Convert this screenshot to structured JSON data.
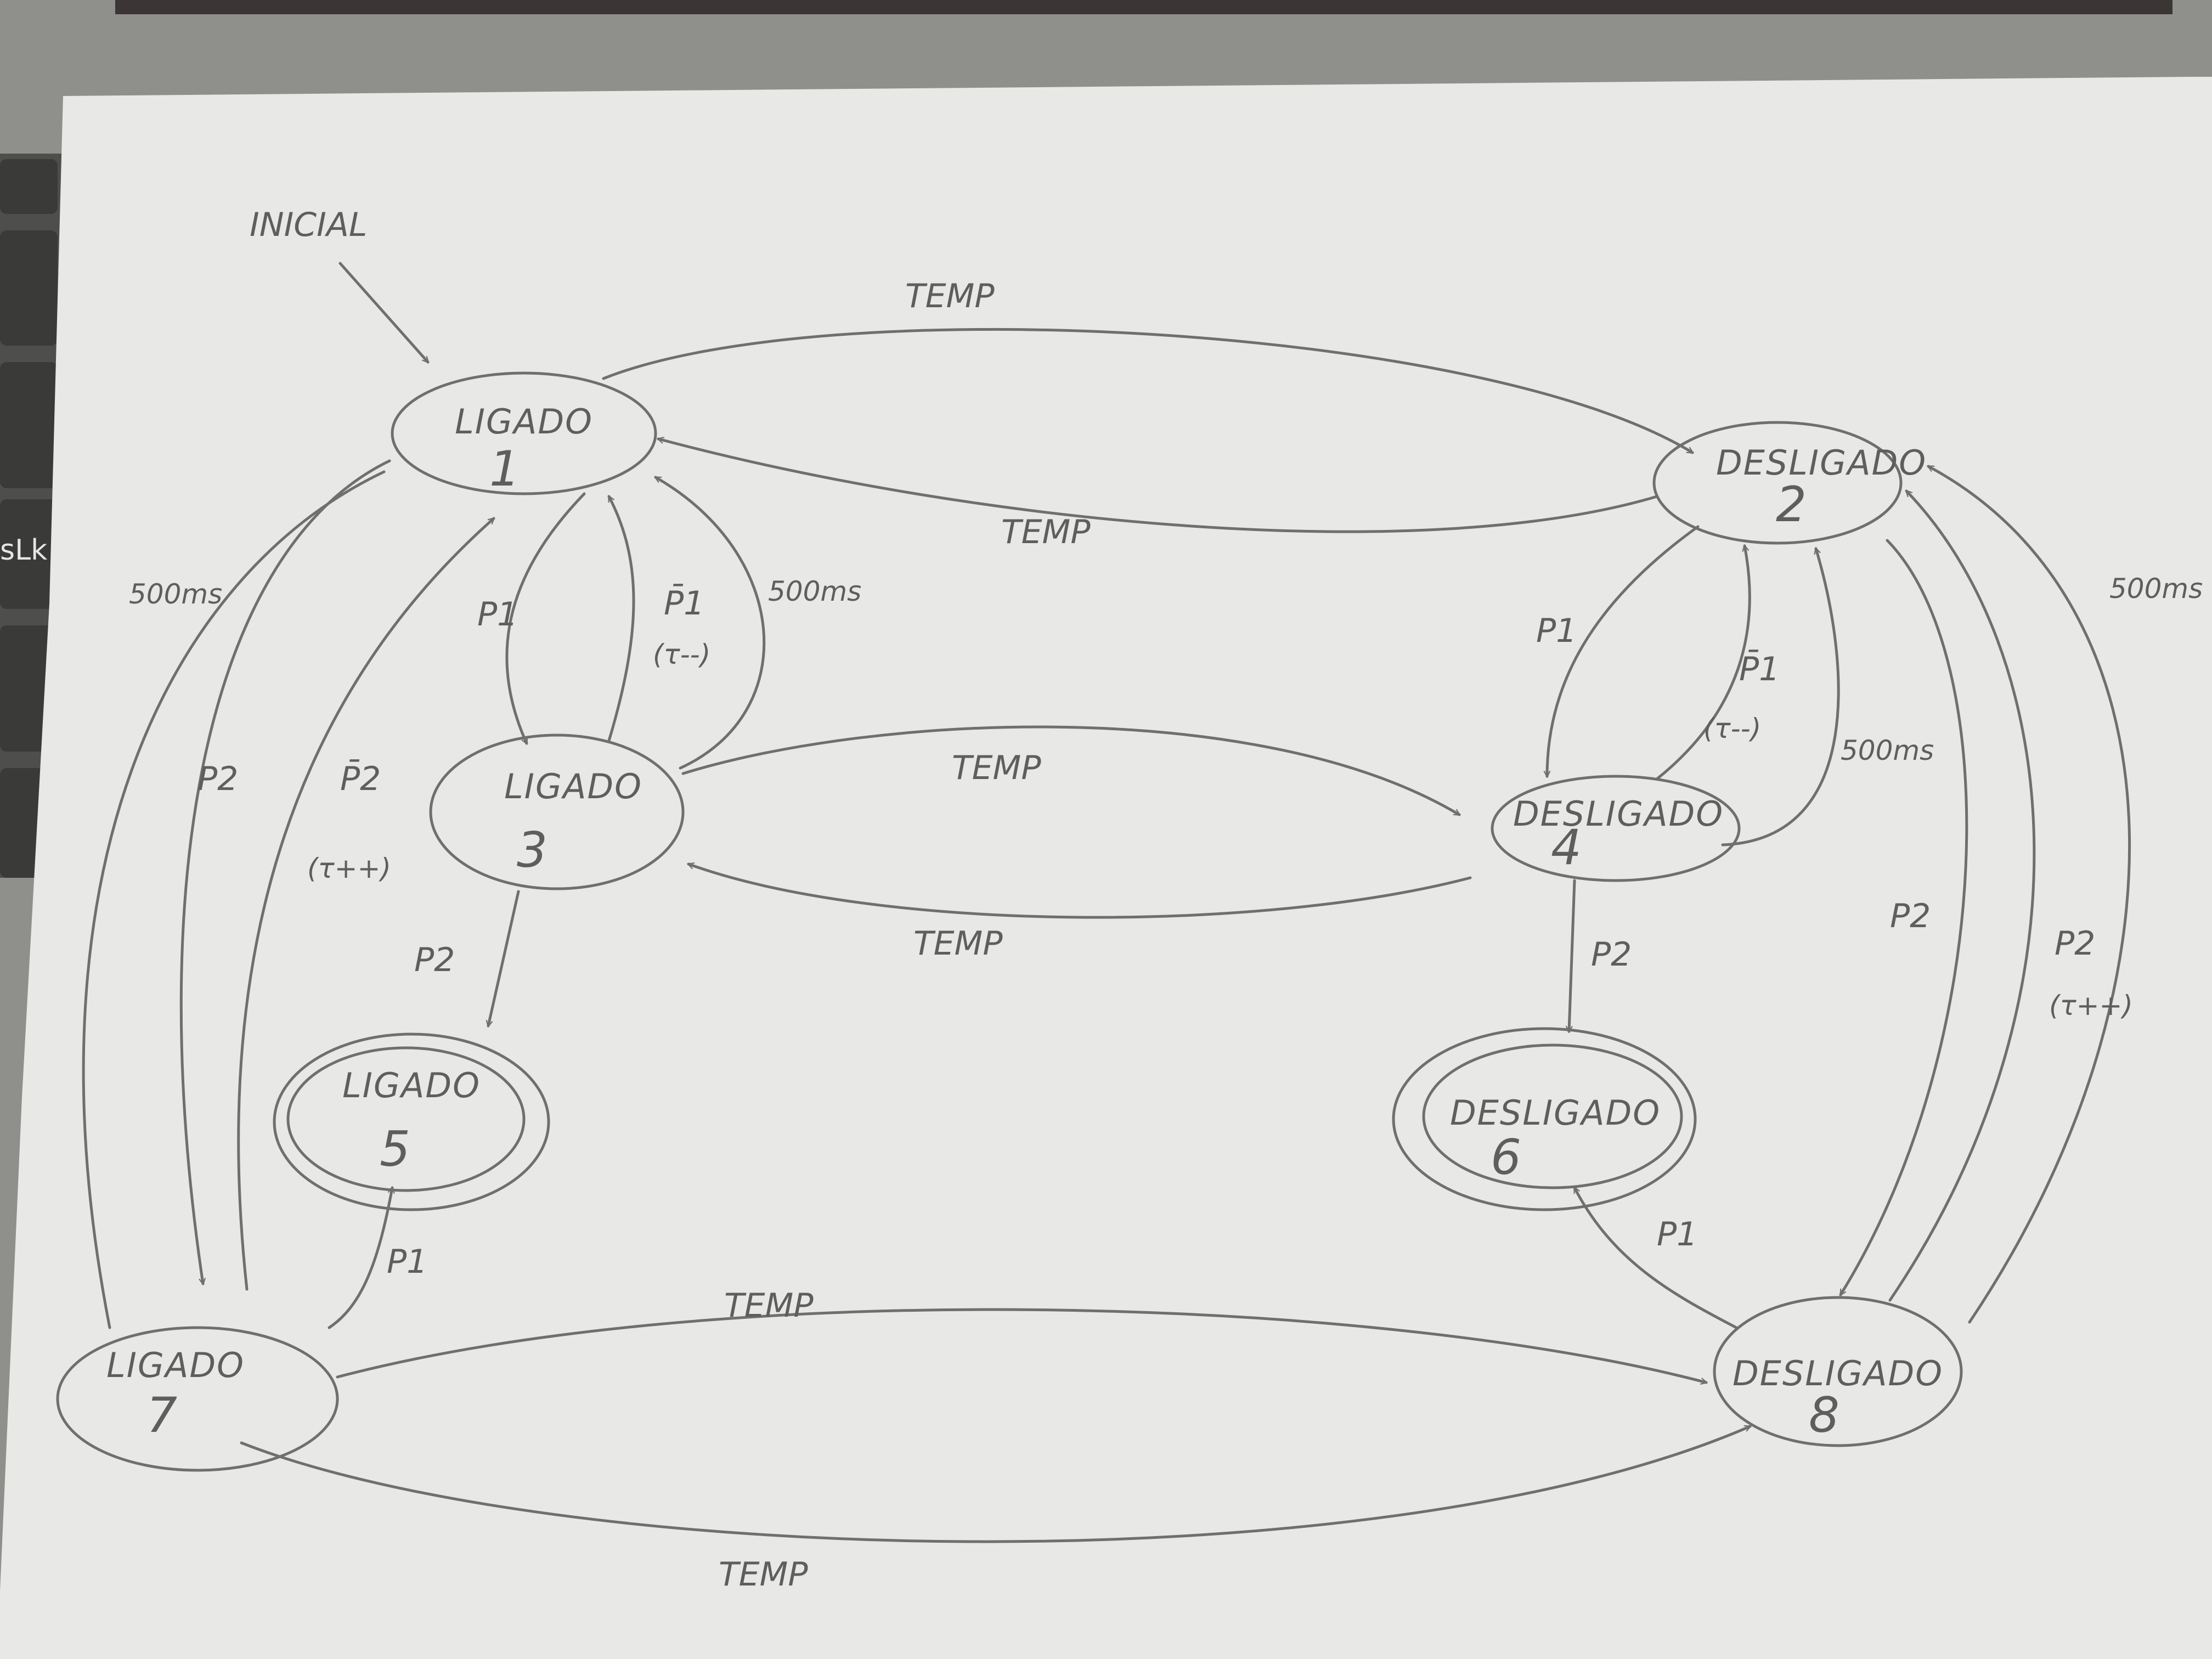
{
  "initial_label": "INICIAL",
  "keyboard_text": "sLk",
  "states": [
    {
      "id": "s1",
      "name": "LIGADO",
      "number": "1"
    },
    {
      "id": "s2",
      "name": "DESLIGADO",
      "number": "2"
    },
    {
      "id": "s3",
      "name": "LIGADO",
      "number": "3"
    },
    {
      "id": "s4",
      "name": "DESLIGADO",
      "number": "4"
    },
    {
      "id": "s5",
      "name": "LIGADO",
      "number": "5"
    },
    {
      "id": "s6",
      "name": "DESLIGADO",
      "number": "6"
    },
    {
      "id": "s7",
      "name": "LIGADO",
      "number": "7"
    },
    {
      "id": "s8",
      "name": "DESLIGADO",
      "number": "8"
    }
  ],
  "edges": {
    "e1_2": "TEMP",
    "e2_1": "TEMP",
    "e3_4": "TEMP",
    "e4_3": "TEMP",
    "e7_8_top": "TEMP",
    "e7_8_bottom": "TEMP",
    "e1_3": "P1",
    "e3_1_line1": "P̄1",
    "e3_1_line2": "(τ--)",
    "e3_1_time": "500ms",
    "e1_7_time": "500ms",
    "e1_7": "P2",
    "e7_1_line1": "P̄2",
    "e7_1_line2": "(τ++)",
    "e3_5": "P2",
    "e7_5": "P1",
    "e2_4": "P1",
    "e4_2_line1": "P̄1",
    "e4_2_line2": "(τ--)",
    "e4_2_time": "500ms",
    "e4_6": "P2",
    "e2_8": "P2",
    "e8_2_line1": "P2",
    "e8_2_line2": "(τ++)",
    "e8_2_time": "500ms",
    "e8_6": "P1"
  }
}
